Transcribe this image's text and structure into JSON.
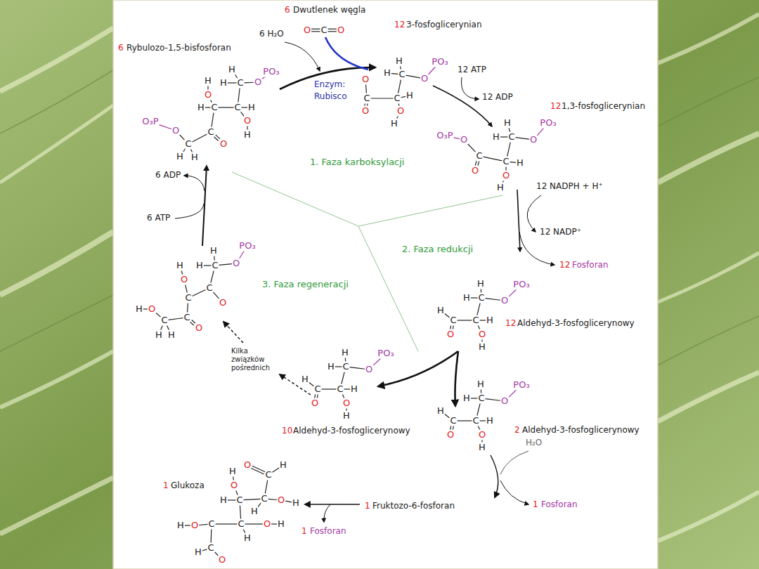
{
  "diagram": {
    "labels": [
      "6",
      "Dwutlenek węgla",
      "12",
      "3-fosfoglicerynian",
      "6 H₂O",
      "6",
      "Rybulozo-1,5-bisfosforan",
      "Enzym:",
      "Rubisco",
      "12 ATP",
      "12 ADP",
      "12",
      "1,3-fosfoglicerynian",
      "1. Faza karboksylacji",
      "6 ADP",
      "6 ATP",
      "12 NADPH + H⁺",
      "12 NADP⁺",
      "12",
      "Fosforan",
      "2. Faza redukcji",
      "3. Faza regeneracji",
      "12",
      "Aldehyd-3-fosfoglicerynowy",
      "Kilka związków pośrednich",
      "10",
      "Aldehyd-3-fosfoglicerynowy",
      "2",
      "Aldehyd-3-fosfoglicerynowy",
      "H₂O",
      "1",
      "Glukoza",
      "1",
      "Fruktozo-6-fosforan",
      "1",
      "Fosforan",
      "1",
      "Fosforan",
      "O",
      "C",
      "O",
      "PO₃",
      "O",
      "C",
      "H",
      "H",
      "C",
      "H",
      "O",
      "H",
      "C",
      "H",
      "O",
      "H",
      "C",
      "O",
      "C",
      "H",
      "H",
      "O",
      "O₃P",
      "PO₃",
      "O",
      "C",
      "H",
      "H",
      "C",
      "H",
      "O",
      "H",
      "C",
      "O",
      "O",
      "PO₃",
      "O",
      "C",
      "H",
      "H",
      "C",
      "H",
      "O",
      "H",
      "C",
      "O",
      "O₃P",
      "O",
      "PO₃",
      "O",
      "C",
      "H",
      "H",
      "C",
      "H",
      "O",
      "H",
      "C",
      "H",
      "O",
      "PO₃",
      "O",
      "C",
      "H",
      "H",
      "C",
      "H",
      "O",
      "H",
      "C",
      "H",
      "O",
      "PO₃",
      "O",
      "C",
      "H",
      "H",
      "C",
      "H",
      "O",
      "H",
      "C",
      "H",
      "O",
      "PO₃",
      "O",
      "C",
      "H",
      "H",
      "C",
      "O",
      "C",
      "O",
      "H",
      "C",
      "O",
      "C",
      "O",
      "H",
      "H",
      "H",
      "O",
      "C",
      "H",
      "C",
      "O",
      "H",
      "C",
      "O",
      "H",
      "H",
      "C",
      "O",
      "H",
      "H",
      "C",
      "O",
      "H",
      "C",
      "H",
      "O",
      "H"
    ]
  }
}
